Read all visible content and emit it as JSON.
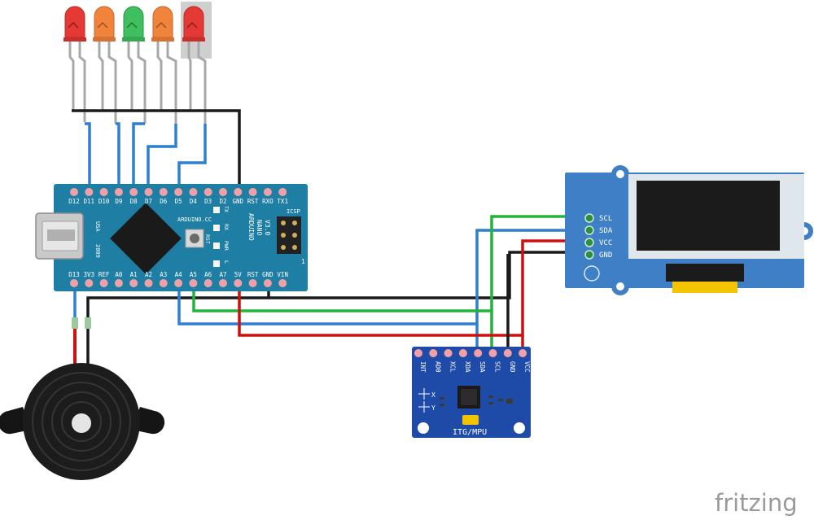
{
  "branding": "fritzing",
  "nano": {
    "top_pins": [
      "D12",
      "D11",
      "D10",
      "D9",
      "D8",
      "D7",
      "D6",
      "D5",
      "D4",
      "D3",
      "D2",
      "GND",
      "RST",
      "RXO",
      "TX1"
    ],
    "bottom_pins": [
      "D13",
      "3V3",
      "REF",
      "A0",
      "A1",
      "A2",
      "A3",
      "A4",
      "A5",
      "A6",
      "A7",
      "5V",
      "RST",
      "GND",
      "VIN"
    ],
    "usb_label": "USA",
    "year_label": "2009",
    "brand_label": "ARDUINO.CC",
    "name_line1": "ARDUINO",
    "name_line2": "NANO",
    "name_line3": "V3.0",
    "led_tx": "TX",
    "led_rx": "RX",
    "led_pwr": "PWR",
    "led_l": "L",
    "rst_label": "RST",
    "icsp_label": "ICSP",
    "icsp_num": "1"
  },
  "oled": {
    "pins": [
      "SCL",
      "SDA",
      "VCC",
      "GND"
    ]
  },
  "mpu": {
    "pins": [
      "INT",
      "AD0",
      "XCL",
      "XDA",
      "SDA",
      "SCL",
      "GND",
      "VCC"
    ],
    "label": "ITG/MPU",
    "axis_x": "X",
    "axis_y": "Y"
  },
  "leds": [
    {
      "color": "#e53935"
    },
    {
      "color": "#f0843c"
    },
    {
      "color": "#3fbf5f"
    },
    {
      "color": "#f0843c"
    },
    {
      "color": "#e53935"
    }
  ],
  "wire_colors": {
    "blue": "#2f7fd0",
    "green": "#22b33a",
    "red": "#cc1111",
    "black": "#1a1a1a"
  }
}
